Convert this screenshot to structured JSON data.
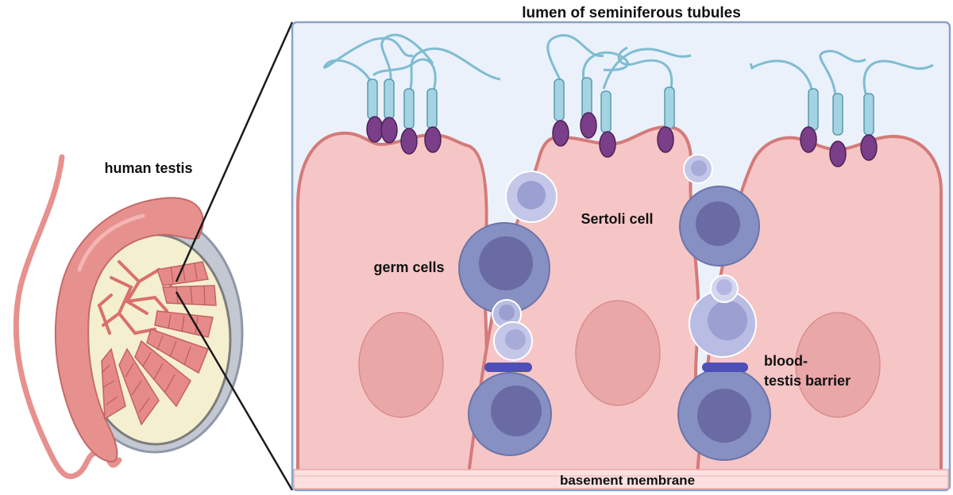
{
  "labels": {
    "lumen": "lumen of seminiferous tubules",
    "human_testis": "human testis",
    "germ_cells": "germ cells",
    "sertoli_cell": "Sertoli cell",
    "btb_line1": "blood-",
    "btb_line2": "testis barrier",
    "basement_membrane": "basement membrane"
  },
  "colors": {
    "lumen_bg": "#eaf1fa",
    "panel_border": "#8aa2c8",
    "sertoli_fill": "#f6c6c6",
    "sertoli_edge": "#d47a7a",
    "nucleus_fill": "#eaa7a7",
    "germ_outer": "#8690c2",
    "germ_inner": "#6a6aa4",
    "small_cell": "#b9bde3",
    "sperm_tail": "#7fbcd2",
    "sperm_head": "#7a3f88",
    "testis_pink": "#e7918f",
    "testis_capsule": "#b9bfca",
    "junction": "#4f4fb8"
  }
}
